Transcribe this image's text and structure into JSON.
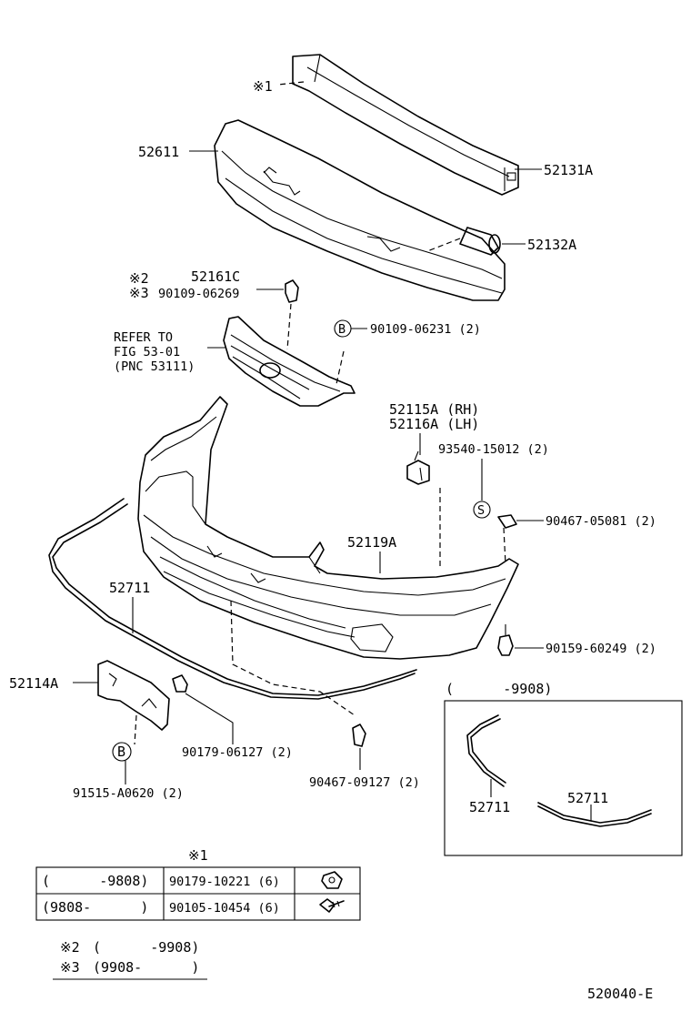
{
  "labels": {
    "note1_marker": "※1",
    "p52131a": "52131A",
    "p52611": "52611",
    "p52132a": "52132A",
    "note2_marker": "※2",
    "note3_marker": "※3",
    "p52161c": "52161C",
    "p90109_06269": "90109-06269",
    "refer_line1": "REFER TO",
    "refer_line2": "FIG 53-01",
    "refer_line3": "(PNC 53111)",
    "b_callout": "B",
    "p90109_06231": "90109-06231 (2)",
    "p52115a": "52115A (RH)",
    "p52116a": "52116A (LH)",
    "p93540_15012": "93540-15012 (2)",
    "s_callout": "S",
    "p90467_05081": "90467-05081 (2)",
    "p52119a": "52119A",
    "p52711": "52711",
    "p90159_60249": "90159-60249 (2)",
    "p52114a": "52114A",
    "p90179_06127": "90179-06127 (2)",
    "p90467_09127": "90467-09127 (2)",
    "p91515_a0620": "91515-A0620 (2)",
    "inset_title": "(      -9908)",
    "inset_p52711_a": "52711",
    "inset_p52711_b": "52711",
    "diagram_code": "520040-E"
  },
  "table1": {
    "title": "※1",
    "rows": [
      {
        "period": "(      -9808)",
        "part": "90179-10221 (6)",
        "icon": "nut-icon"
      },
      {
        "period": "(9808-      )",
        "part": "90105-10454 (6)",
        "icon": "bolt-icon"
      }
    ]
  },
  "notes": [
    {
      "marker": "※2",
      "period": "(      -9908)"
    },
    {
      "marker": "※3",
      "period": "(9908-      )"
    }
  ]
}
